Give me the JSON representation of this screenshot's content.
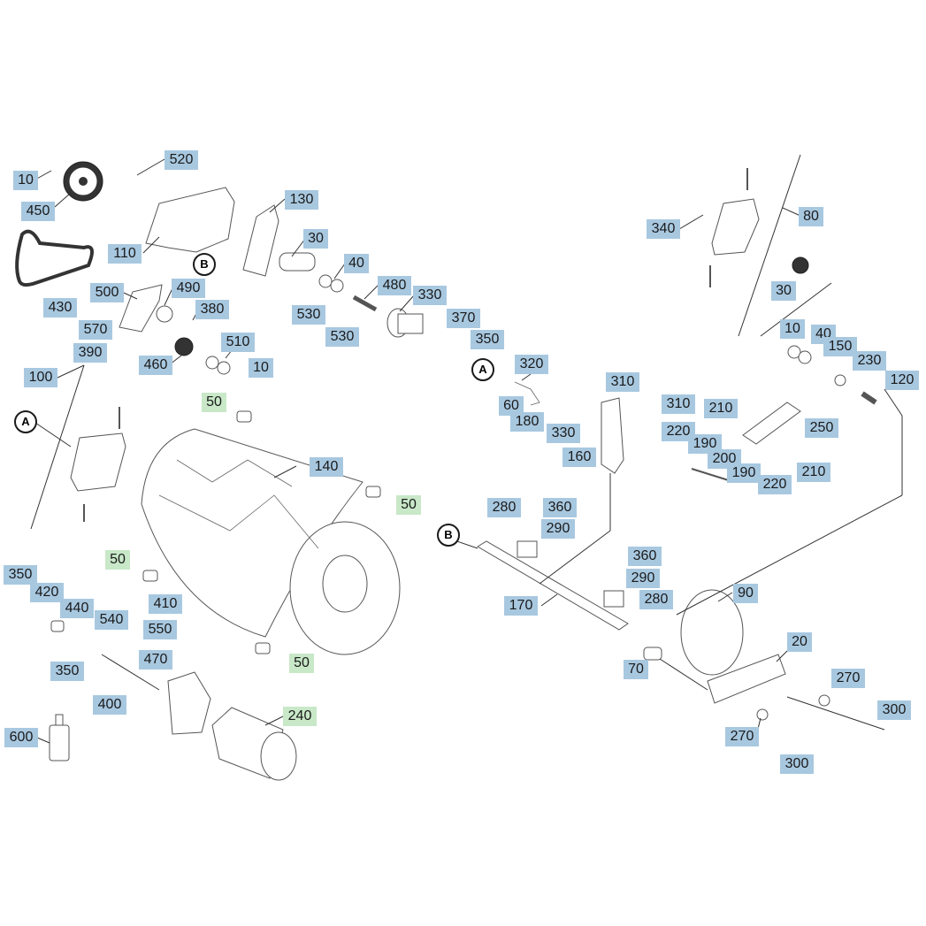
{
  "callouts": {
    "c10a": "10",
    "c450": "450",
    "c520": "520",
    "c110": "110",
    "c130": "130",
    "c30a": "30",
    "c40a": "40",
    "c480": "480",
    "c330a": "330",
    "c530a": "530",
    "c530b": "530",
    "c370": "370",
    "c350a": "350",
    "c430": "430",
    "c500": "500",
    "c490": "490",
    "c380": "380",
    "c570": "570",
    "c390": "390",
    "c510": "510",
    "c460": "460",
    "c10b": "10",
    "c100": "100",
    "c50a": "50",
    "c140": "140",
    "c50b": "50",
    "c50c": "50",
    "c50d": "50",
    "c80": "80",
    "c340": "340",
    "c30b": "30",
    "c10c": "10",
    "c40b": "40",
    "c150": "150",
    "c230": "230",
    "c120": "120",
    "c320": "320",
    "c60": "60",
    "c180": "180",
    "c330b": "330",
    "c310a": "310",
    "c310b": "310",
    "c210a": "210",
    "c220a": "220",
    "c190a": "190",
    "c250": "250",
    "c200": "200",
    "c160": "160",
    "c190b": "190",
    "c220b": "220",
    "c210b": "210",
    "c280a": "280",
    "c360a": "360",
    "c290a": "290",
    "c360b": "360",
    "c290b": "290",
    "c170": "170",
    "c280b": "280",
    "c90": "90",
    "c70": "70",
    "c20": "20",
    "c270a": "270",
    "c300a": "300",
    "c270b": "270",
    "c300b": "300",
    "c350b": "350",
    "c420": "420",
    "c440": "440",
    "c540": "540",
    "c410": "410",
    "c550": "550",
    "c350c": "350",
    "c470": "470",
    "c400": "400",
    "c240": "240",
    "c600": "600"
  },
  "markers": {
    "A": "A",
    "B": "B"
  },
  "colors": {
    "callout_blue": "#a8c8e0",
    "callout_green": "#c8e8c8",
    "line": "#333333"
  }
}
